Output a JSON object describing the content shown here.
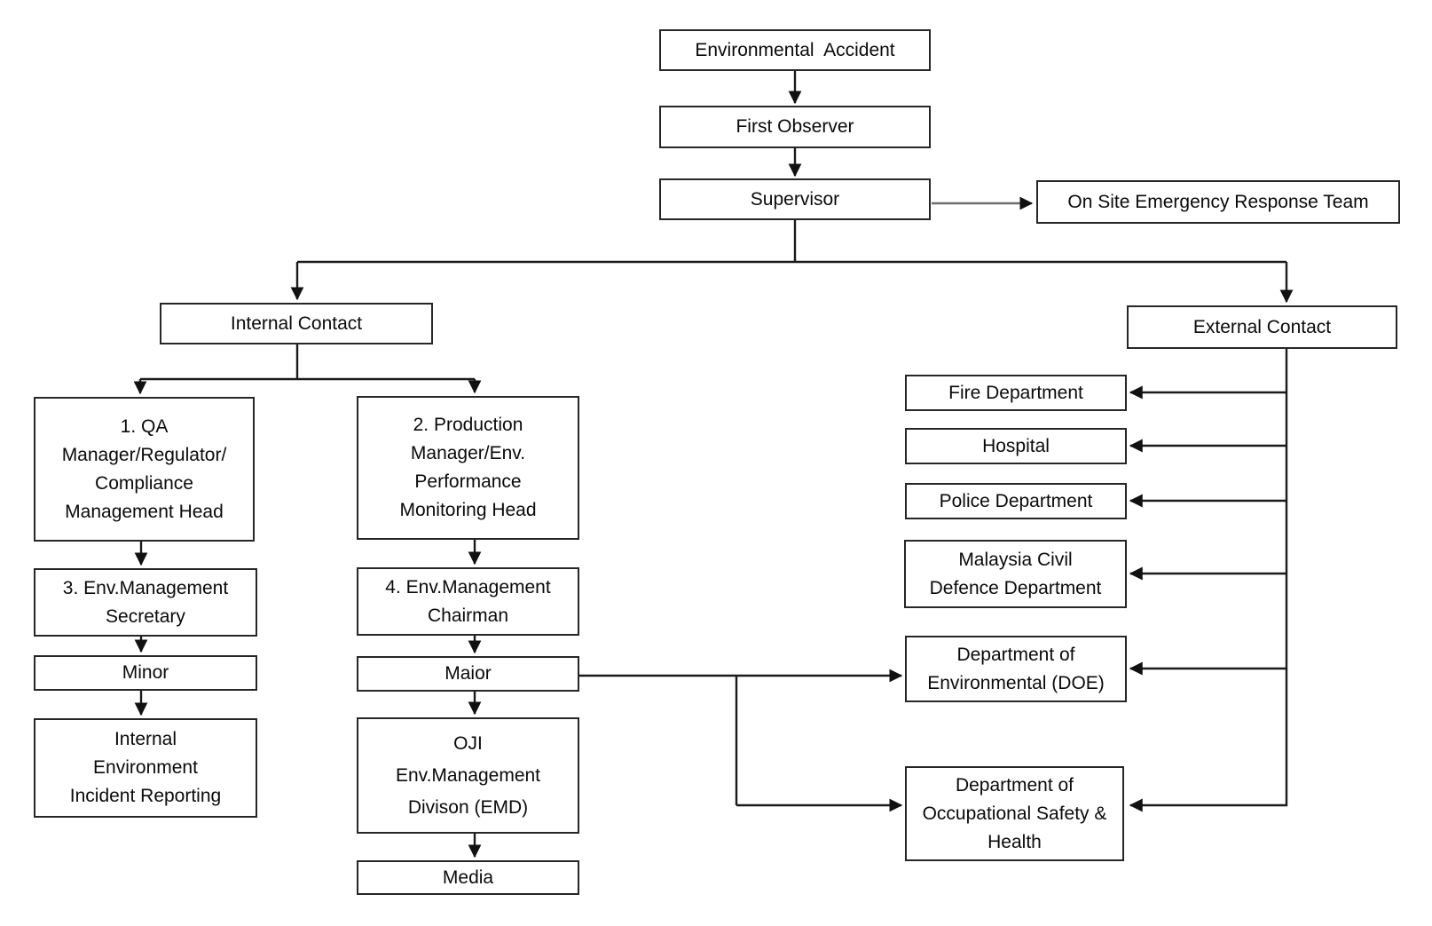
{
  "diagram": {
    "title": "Environmental Accident Response Flowchart",
    "colors": {
      "background": "#ffffff",
      "box_border": "#262626",
      "line": "#1a1a1a",
      "gray_line": "#6e6e6e",
      "text": "#0a0a0a"
    },
    "nodes": {
      "environmental_accident": {
        "label": "Environmental  Accident"
      },
      "first_observer": {
        "label": "First Observer"
      },
      "supervisor": {
        "label": "Supervisor"
      },
      "onsite_ert": {
        "label": "On Site Emergency Response Team"
      },
      "internal_contact": {
        "label": "Internal Contact"
      },
      "external_contact": {
        "label": "External Contact"
      },
      "qa_manager": {
        "label": "1. QA\nManager/Regulator/\nCompliance\nManagement Head"
      },
      "production_manager": {
        "label": "2. Production\nManager/Env.\nPerformance\nMonitoring Head"
      },
      "env_secretary": {
        "label": "3. Env.Management\nSecretary"
      },
      "env_chairman": {
        "label": "4. Env.Management\nChairman"
      },
      "minor": {
        "label": "Minor"
      },
      "maior": {
        "label": "Maior"
      },
      "internal_reporting": {
        "label": "Internal\nEnvironment\nIncident Reporting"
      },
      "oji_emd": {
        "label": "OJI\nEnv.Management\nDivison (EMD)"
      },
      "media": {
        "label": "Media"
      },
      "fire_department": {
        "label": "Fire Department"
      },
      "hospital": {
        "label": "Hospital"
      },
      "police_department": {
        "label": "Police Department"
      },
      "civil_defence": {
        "label": "Malaysia Civil\nDefence Department"
      },
      "doe": {
        "label": "Department of\nEnvironmental (DOE)"
      },
      "osh": {
        "label": "Department of\nOccupational Safety &\nHealth"
      }
    },
    "edges": [
      {
        "from": "environmental_accident",
        "to": "first_observer"
      },
      {
        "from": "first_observer",
        "to": "supervisor"
      },
      {
        "from": "supervisor",
        "to": "onsite_ert"
      },
      {
        "from": "supervisor",
        "to": "internal_contact"
      },
      {
        "from": "supervisor",
        "to": "external_contact"
      },
      {
        "from": "internal_contact",
        "to": "qa_manager"
      },
      {
        "from": "internal_contact",
        "to": "production_manager"
      },
      {
        "from": "qa_manager",
        "to": "env_secretary"
      },
      {
        "from": "env_secretary",
        "to": "minor"
      },
      {
        "from": "minor",
        "to": "internal_reporting"
      },
      {
        "from": "production_manager",
        "to": "env_chairman"
      },
      {
        "from": "env_chairman",
        "to": "maior"
      },
      {
        "from": "maior",
        "to": "oji_emd"
      },
      {
        "from": "oji_emd",
        "to": "media"
      },
      {
        "from": "maior",
        "to": "doe"
      },
      {
        "from": "maior",
        "to": "osh"
      },
      {
        "from": "external_contact",
        "to": "fire_department"
      },
      {
        "from": "external_contact",
        "to": "hospital"
      },
      {
        "from": "external_contact",
        "to": "police_department"
      },
      {
        "from": "external_contact",
        "to": "civil_defence"
      },
      {
        "from": "external_contact",
        "to": "doe"
      },
      {
        "from": "external_contact",
        "to": "osh"
      }
    ]
  }
}
